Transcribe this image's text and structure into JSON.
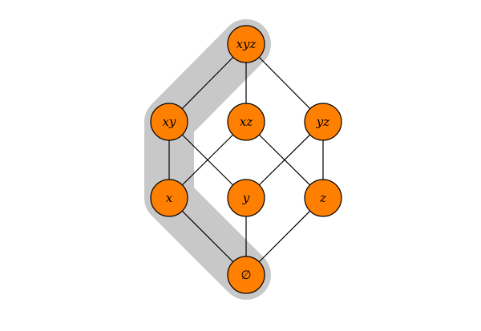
{
  "diagram": {
    "type": "hasse-diagram",
    "colors": {
      "node_fill": "#ff7f00",
      "node_stroke": "#000000",
      "edge": "#000000",
      "highlight_path": "#c8c8c8",
      "background": "#ffffff"
    },
    "nodes": [
      {
        "id": "xyz",
        "label": "xyz"
      },
      {
        "id": "xy",
        "label": "xy"
      },
      {
        "id": "xz",
        "label": "xz"
      },
      {
        "id": "yz",
        "label": "yz"
      },
      {
        "id": "x",
        "label": "x"
      },
      {
        "id": "y",
        "label": "y"
      },
      {
        "id": "z",
        "label": "z"
      },
      {
        "id": "empty",
        "label": "∅"
      }
    ],
    "edges": [
      [
        "xyz",
        "xy"
      ],
      [
        "xyz",
        "xz"
      ],
      [
        "xyz",
        "yz"
      ],
      [
        "xy",
        "x"
      ],
      [
        "xy",
        "y"
      ],
      [
        "xz",
        "x"
      ],
      [
        "xz",
        "z"
      ],
      [
        "yz",
        "y"
      ],
      [
        "yz",
        "z"
      ],
      [
        "x",
        "empty"
      ],
      [
        "y",
        "empty"
      ],
      [
        "z",
        "empty"
      ]
    ],
    "highlighted_chain": [
      "xyz",
      "xy",
      "x",
      "empty"
    ]
  }
}
